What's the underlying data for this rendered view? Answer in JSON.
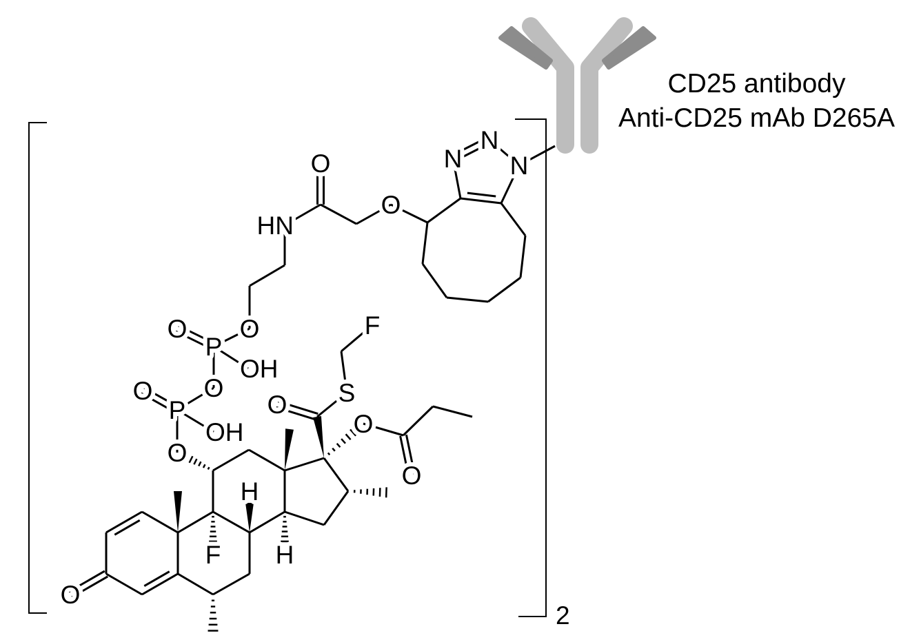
{
  "antibody": {
    "name": "CD25 antibody",
    "variant": "Anti-CD25 mAb D265A",
    "colors": {
      "heavy_chain": "#bdbdbd",
      "light_chain": "#8c8c8c"
    }
  },
  "bracket_multiplier": "2",
  "atoms": [
    {
      "id": "O3",
      "label": "O"
    },
    {
      "id": "F9",
      "label": "F"
    },
    {
      "id": "H8",
      "label": "H"
    },
    {
      "id": "H14",
      "label": "H"
    },
    {
      "id": "O11",
      "label": "O"
    },
    {
      "id": "P1",
      "label": "P"
    },
    {
      "id": "P1_oxo",
      "label": "O"
    },
    {
      "id": "P1_OH",
      "label": "OH"
    },
    {
      "id": "O_bridge",
      "label": "O"
    },
    {
      "id": "P2",
      "label": "P"
    },
    {
      "id": "P2_oxo",
      "label": "O"
    },
    {
      "id": "P2_OH",
      "label": "OH"
    },
    {
      "id": "O_ethyl",
      "label": "O"
    },
    {
      "id": "NH",
      "label": "HN"
    },
    {
      "id": "O_amide",
      "label": "O"
    },
    {
      "id": "O_ether",
      "label": "O"
    },
    {
      "id": "N3",
      "label": "N"
    },
    {
      "id": "N2",
      "label": "N"
    },
    {
      "id": "N1",
      "label": "N"
    },
    {
      "id": "O_thioester",
      "label": "O"
    },
    {
      "id": "S",
      "label": "S"
    },
    {
      "id": "F_methyl",
      "label": "F"
    },
    {
      "id": "O_ester",
      "label": "O"
    },
    {
      "id": "O_ester_oxo",
      "label": "O"
    }
  ]
}
